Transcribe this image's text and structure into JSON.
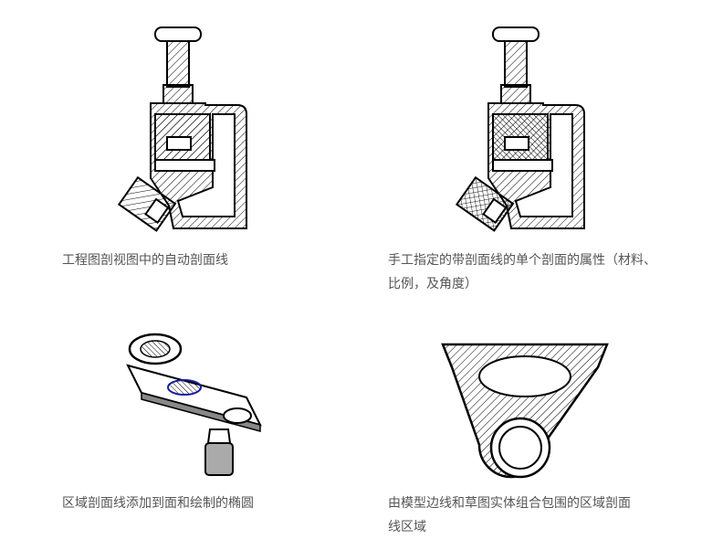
{
  "figures": [
    {
      "image": "auto-hatch-section-view",
      "caption_lines": [
        "工程图剖视图中的自动剖面线"
      ]
    },
    {
      "image": "manual-hatch-properties",
      "caption_lines": [
        "手工指定的带剖面线的单个剖面的属性（材料、",
        "比例，及角度）"
      ]
    },
    {
      "image": "area-hatch-face-ellipse",
      "caption_lines": [
        "区域剖面线添加到面和绘制的椭圆"
      ]
    },
    {
      "image": "area-hatch-bounded-region",
      "caption_lines": [
        "由模型边线和草图实体组合包围的区域剖面",
        "线区域"
      ]
    }
  ],
  "colors": {
    "caption": "#555555",
    "line": "#000000",
    "highlight": "#1a1aa0"
  }
}
